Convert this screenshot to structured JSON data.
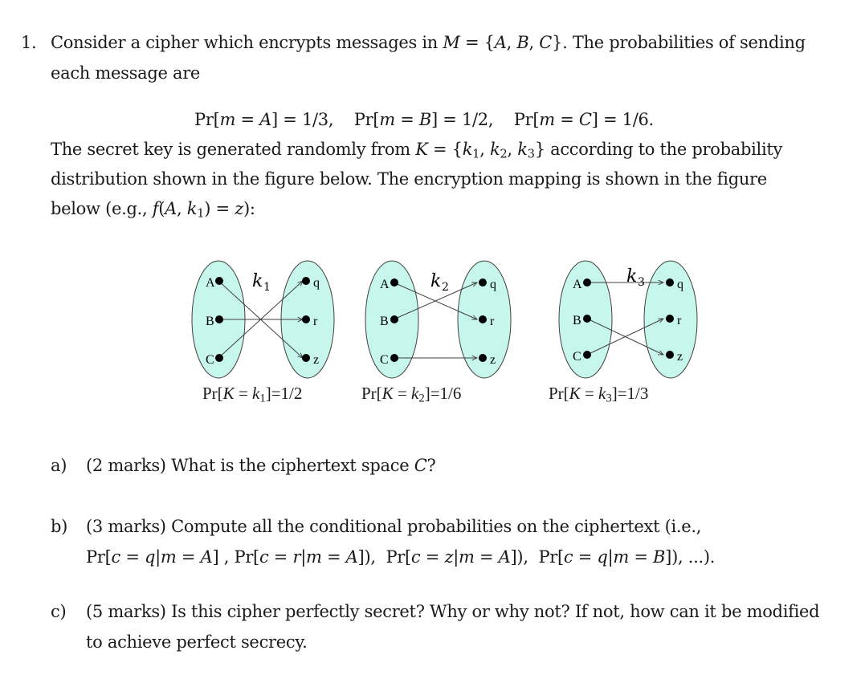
{
  "question": {
    "number": "1.",
    "intro_line1_a": "Consider a cipher which encrypts messages in ",
    "intro_line1_math": "M = {A, B, C}",
    "intro_line1_b": ". The probabilities of sending",
    "intro_line2": "each message are",
    "message_probs": [
      {
        "label": "Pr[m = A] = 1/3,"
      },
      {
        "label": "Pr[m = B] = 1/2,"
      },
      {
        "label": "Pr[m = C] = 1/6."
      }
    ],
    "key_line1_a": "The secret key is generated randomly from ",
    "key_line1_math": "K = {k1, k2, k3}",
    "key_line1_b": " according to the probability",
    "key_line2": "distribution shown in the figure below. The encryption mapping is shown in the figure",
    "key_line3_a": "below (e.g., ",
    "key_line3_math": "f(A, k1) = z",
    "key_line3_b": "):"
  },
  "figure": {
    "fill_color": "#c6f6ec",
    "stroke_color": "#404040",
    "messages": [
      "A",
      "B",
      "C"
    ],
    "ciphertexts": [
      "q",
      "r",
      "z"
    ],
    "keys": [
      {
        "name": "k1",
        "label": "k",
        "sub": "1",
        "caption": "Pr[K = k1]=1/2",
        "prob": "1/2",
        "mapping": {
          "A": "z",
          "B": "r",
          "C": "q"
        }
      },
      {
        "name": "k2",
        "label": "k",
        "sub": "2",
        "caption": "Pr[K = k2]=1/6",
        "prob": "1/6",
        "mapping": {
          "A": "r",
          "B": "q",
          "C": "z"
        }
      },
      {
        "name": "k3",
        "label": "k",
        "sub": "3",
        "caption": "Pr[K = k3]=1/3",
        "prob": "1/3",
        "mapping": {
          "A": "q",
          "B": "z",
          "C": "r"
        }
      }
    ]
  },
  "parts": [
    {
      "label": "a)",
      "marks": "(2 marks)",
      "text": "What is the ciphertext space ",
      "math": "C",
      "tail": "?"
    },
    {
      "label": "b)",
      "marks": "(3 marks)",
      "text": "Compute all the conditional probabilities on the ciphertext (i.e.,",
      "line2": "Pr[c = q|m = A] , Pr[c = r|m = A]),  Pr[c = z|m = A]),  Pr[c = q|m = B]), ...)."
    },
    {
      "label": "c)",
      "marks": "(5 marks)",
      "text": "Is this cipher perfectly secret? Why or why not? If not, how can it be modified",
      "line2": "to achieve perfect secrecy."
    }
  ]
}
